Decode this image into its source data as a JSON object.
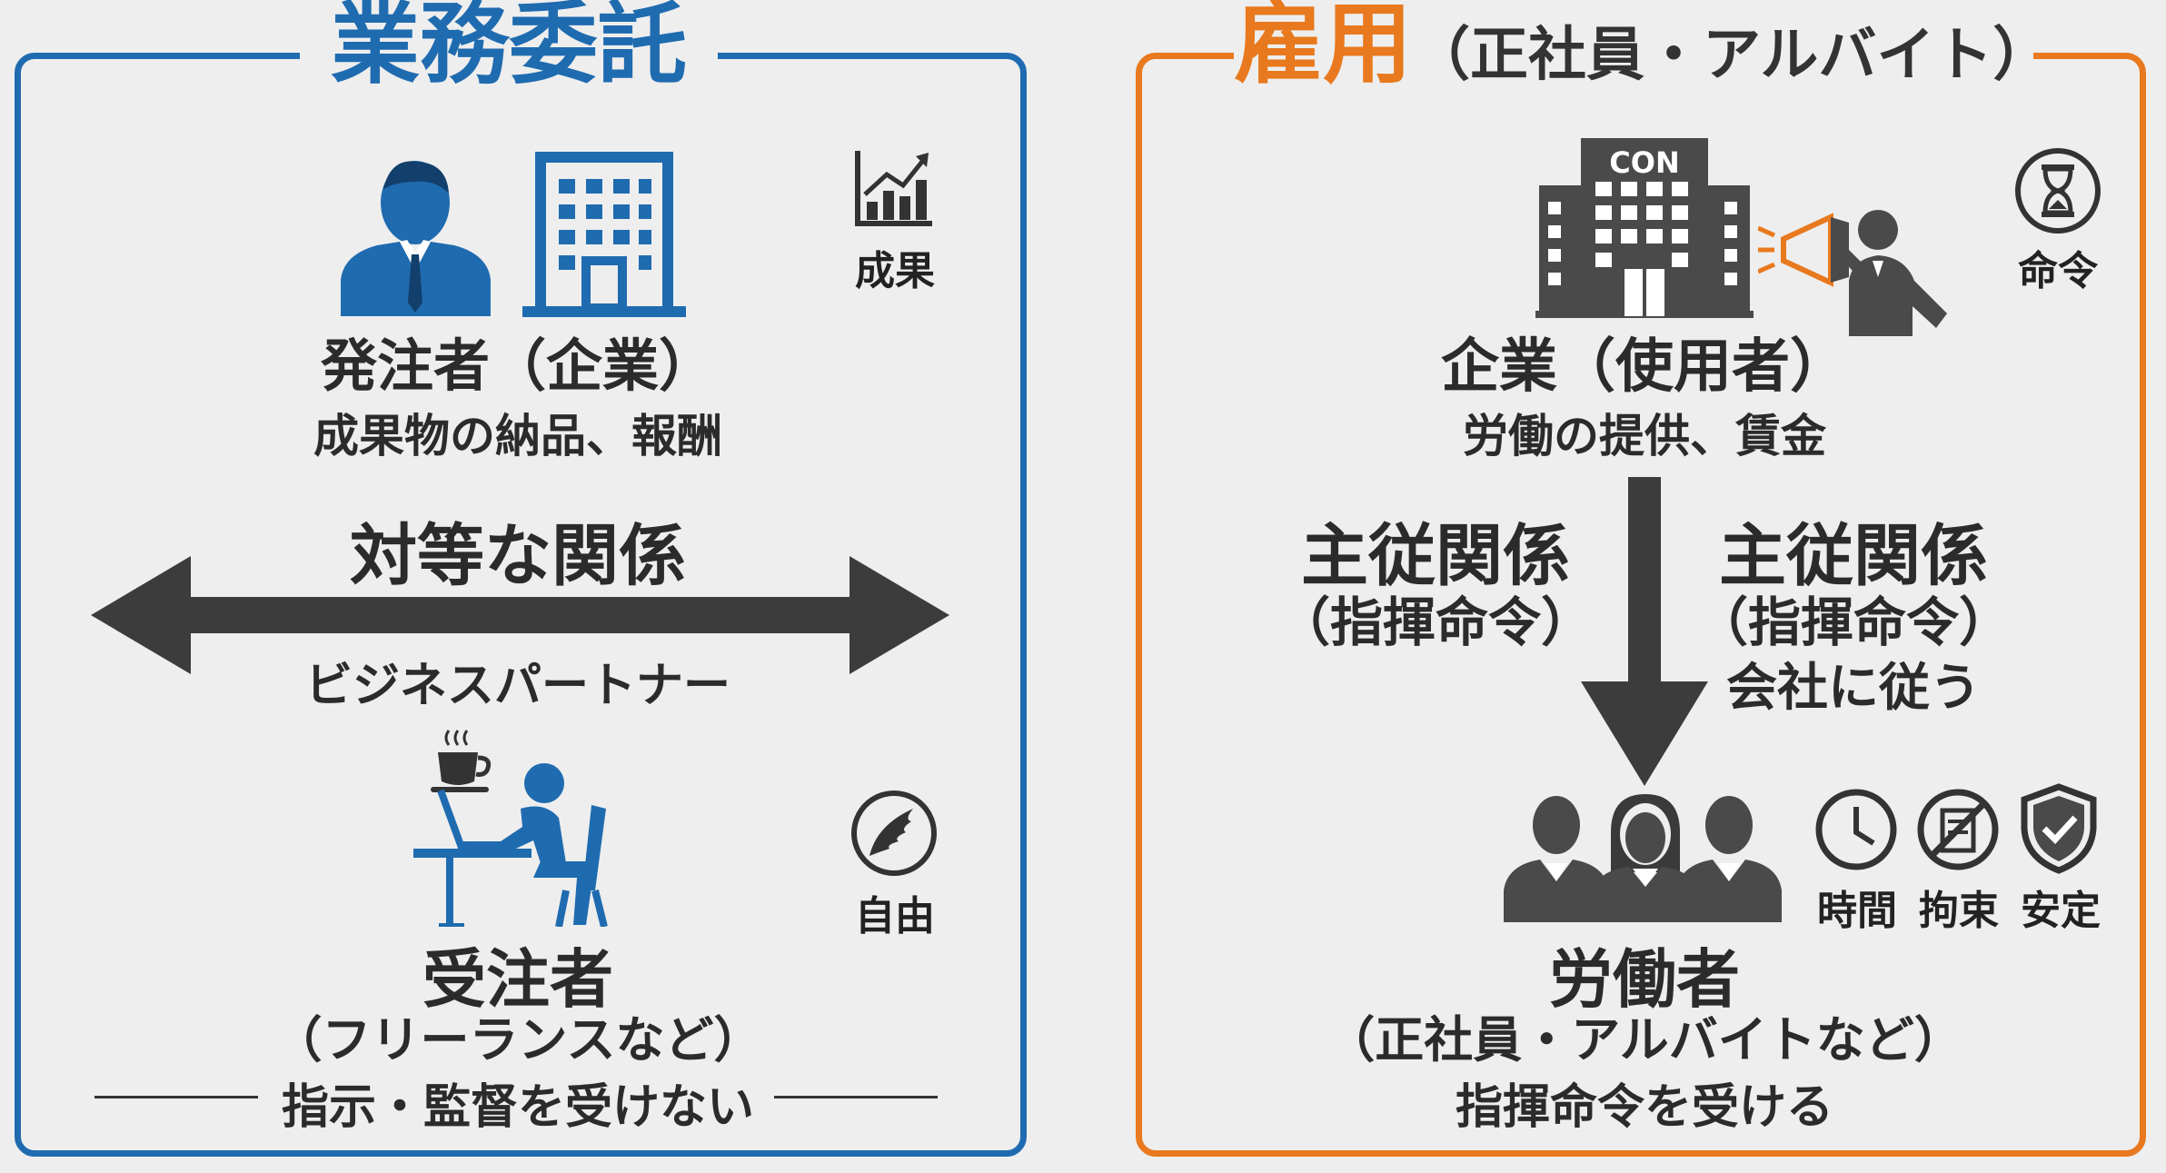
{
  "left": {
    "title": "業務委託",
    "client_title": "発注者（企業）",
    "client_sub": "成果物の納品、報酬",
    "relation": "対等な関係",
    "partner": "ビジネスパートナー",
    "result_label": "成果",
    "free_label": "自由",
    "contractor_title": "受注者",
    "contractor_sub": "（フリーランスなど）",
    "contractor_note": "指示・監督を受けない"
  },
  "right": {
    "title_main": "雇用",
    "title_sub": "（正社員・アルバイト）",
    "building_sign": "CON",
    "command_label": "命令",
    "employer_title": "企業（使用者）",
    "employer_sub": "労働の提供、賃金",
    "relation_left_1": "主従関係",
    "relation_left_2": "（指揮命令）",
    "relation_right_1": "主従関係",
    "relation_right_2": "（指揮命令）",
    "relation_right_3": "会社に従う",
    "time_label": "時間",
    "bind_label": "拘束",
    "stable_label": "安定",
    "worker_title": "労働者",
    "worker_sub": "（正社員・アルバイトなど）",
    "worker_note": "指揮命令を受ける"
  },
  "colors": {
    "blue": "#1f6bb0",
    "orange": "#e8791e",
    "dark": "#3c3c3c"
  }
}
